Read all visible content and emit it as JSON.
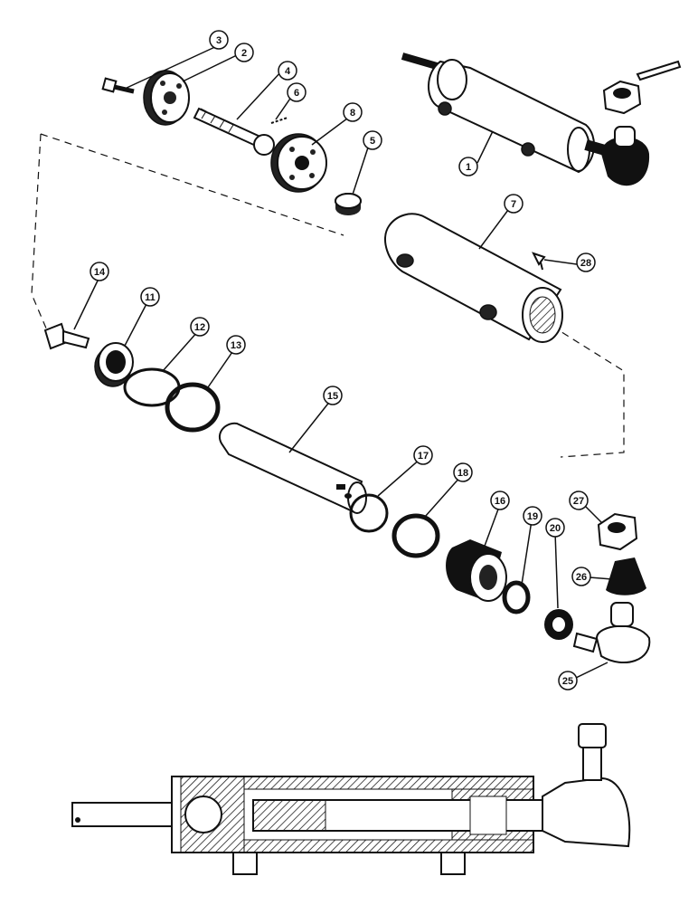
{
  "callouts": [
    {
      "id": "c1",
      "label": "1"
    },
    {
      "id": "c2",
      "label": "2"
    },
    {
      "id": "c3",
      "label": "3"
    },
    {
      "id": "c4",
      "label": "4"
    },
    {
      "id": "c5",
      "label": "5"
    },
    {
      "id": "c6",
      "label": "6"
    },
    {
      "id": "c7",
      "label": "7"
    },
    {
      "id": "c8",
      "label": "8"
    },
    {
      "id": "c11",
      "label": "11"
    },
    {
      "id": "c12",
      "label": "12"
    },
    {
      "id": "c13",
      "label": "13"
    },
    {
      "id": "c14",
      "label": "14"
    },
    {
      "id": "c15",
      "label": "15"
    },
    {
      "id": "c16",
      "label": "16"
    },
    {
      "id": "c17",
      "label": "17"
    },
    {
      "id": "c18",
      "label": "18"
    },
    {
      "id": "c19",
      "label": "19"
    },
    {
      "id": "c20",
      "label": "20"
    },
    {
      "id": "c25",
      "label": "25"
    },
    {
      "id": "c26",
      "label": "26"
    },
    {
      "id": "c27",
      "label": "27"
    },
    {
      "id": "c28",
      "label": "28"
    }
  ]
}
